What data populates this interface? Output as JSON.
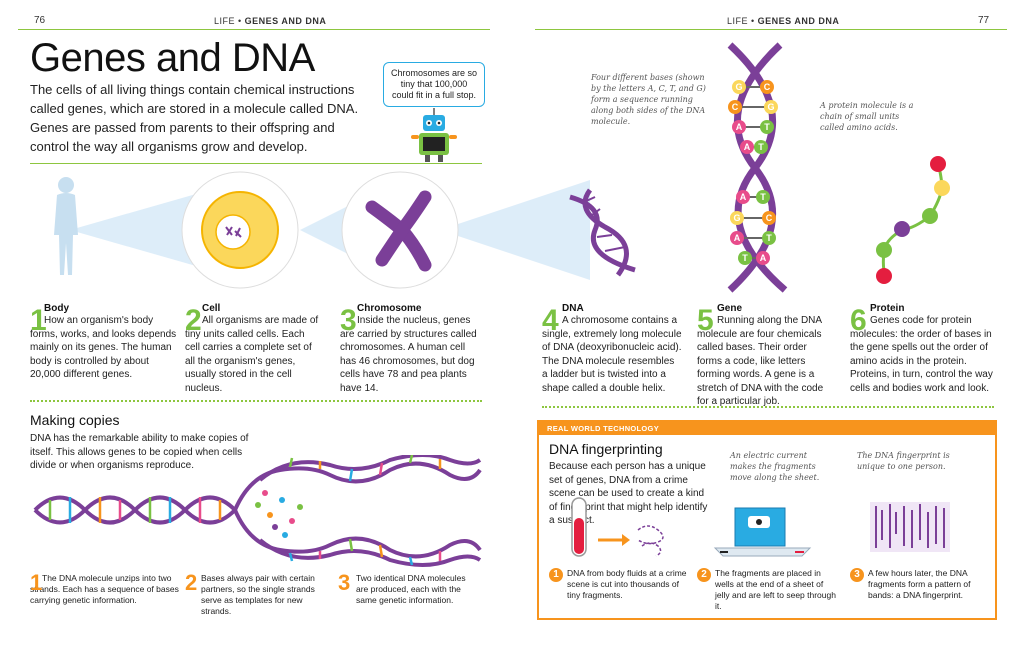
{
  "header": {
    "left_page_number": "76",
    "left_section": "LIFE",
    "left_topic": "GENES AND DNA",
    "right_section": "LIFE",
    "right_topic": "GENES AND DNA",
    "right_page_number": "77"
  },
  "title": "Genes and DNA",
  "intro": "The cells of all living things contain chemical instructions called genes, which are stored in a molecule called DNA. Genes are passed from parents to their offspring and control the way all organisms grow and develop.",
  "robot_speech": "Chromosomes are so tiny that 100,000 could fit in a full stop.",
  "annotations": {
    "bases": "Four different bases (shown by the letters A, C, T, and G) form a sequence running along both sides of the DNA molecule.",
    "protein": "A protein molecule is a chain of small units called amino acids."
  },
  "base_letters": [
    "G",
    "C",
    "C",
    "G",
    "A",
    "T",
    "A",
    "T",
    "A",
    "T",
    "G",
    "C",
    "A",
    "T",
    "T",
    "A"
  ],
  "steps": [
    {
      "number": "1",
      "heading": "Body",
      "text": "How an organism's body forms, works, and looks depends mainly on its genes. The human body is controlled by about 20,000 different genes."
    },
    {
      "number": "2",
      "heading": "Cell",
      "text": "All organisms are made of tiny units called cells. Each cell carries a complete set of all the organism's genes, usually stored in the cell nucleus."
    },
    {
      "number": "3",
      "heading": "Chromosome",
      "text": "Inside the nucleus, genes are carried by structures called chromosomes. A human cell has 46 chromosomes, but dog cells have 78 and pea plants have 14."
    },
    {
      "number": "4",
      "heading": "DNA",
      "text": "A chromosome contains a single, extremely long molecule of DNA (deoxyribonucleic acid). The DNA molecule resembles a ladder but is twisted into a shape called a double helix."
    },
    {
      "number": "5",
      "heading": "Gene",
      "text": "Running along the DNA molecule are four chemicals called bases. Their order forms a code, like letters forming words. A gene is a stretch of DNA with the code for a particular job."
    },
    {
      "number": "6",
      "heading": "Protein",
      "text": "Genes code for protein molecules: the order of bases in the gene spells out the order of amino acids in the protein. Proteins, in turn, control the way cells and bodies work and look."
    }
  ],
  "copies": {
    "heading": "Making copies",
    "text": "DNA has the remarkable ability to make copies of itself. This allows genes to be copied when cells divide or when organisms reproduce.",
    "steps": [
      {
        "number": "1",
        "text": "The DNA molecule unzips into two strands. Each has a sequence of bases carrying genetic information."
      },
      {
        "number": "2",
        "text": "Bases always pair with certain partners, so the single strands serve as templates for new strands."
      },
      {
        "number": "3",
        "text": "Two identical DNA molecules are produced, each with the same genetic information."
      }
    ]
  },
  "real_world": {
    "bar_label": "REAL WORLD TECHNOLOGY",
    "heading": "DNA fingerprinting",
    "text": "Because each person has a unique set of genes, DNA from a crime scene can be used to create a kind of fingerprint that might help identify a suspect.",
    "anno_current": "An electric current makes the fragments move along the sheet.",
    "anno_fingerprint": "The DNA fingerprint is unique to one person.",
    "steps": [
      {
        "number": "1",
        "text": "DNA from body fluids at a crime scene is cut into thousands of tiny fragments."
      },
      {
        "number": "2",
        "text": "The fragments are placed in wells at the end of a sheet of jelly and are left to seep through it."
      },
      {
        "number": "3",
        "text": "A few hours later, the DNA fragments form a pattern of bands: a DNA fingerprint."
      }
    ]
  },
  "colors": {
    "green": "#7ac143",
    "orange": "#f7941d",
    "purple": "#7b3f98",
    "blue": "#29abe2",
    "cell_yellow": "#fbd75b"
  }
}
